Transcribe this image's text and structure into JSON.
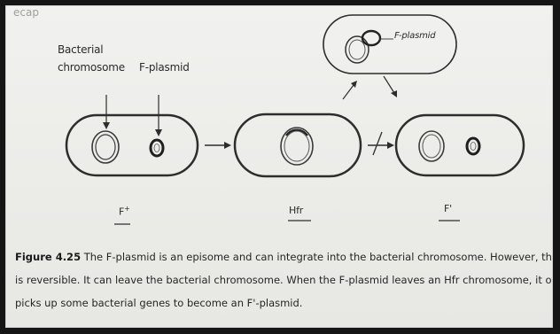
{
  "header_fragment": "ecap",
  "labels": {
    "bacterial_chromosome_line1": "Bacterial",
    "bacterial_chromosome_line2": "chromosome",
    "f_plasmid": "F-plasmid",
    "f_plasmid_bubble": "F-plasmid"
  },
  "cells": {
    "f_plus": "F",
    "f_plus_sup": "+",
    "hfr": "Hfr",
    "f_prime": "F'"
  },
  "caption": {
    "figure_number": "Figure 4.25",
    "line1_text": "The F-plasmid is an episome and can integrate into the bacterial chromosome. However, this integration",
    "line2_text": "is reversible. It can leave the bacterial chromosome. When the F-plasmid leaves an Hfr chromosome, it occasionally",
    "line3_text": "picks up some bacterial genes to become an F'-plasmid."
  },
  "colors": {
    "page_bg": "#ebebe8",
    "ink": "#2a2a2a"
  }
}
